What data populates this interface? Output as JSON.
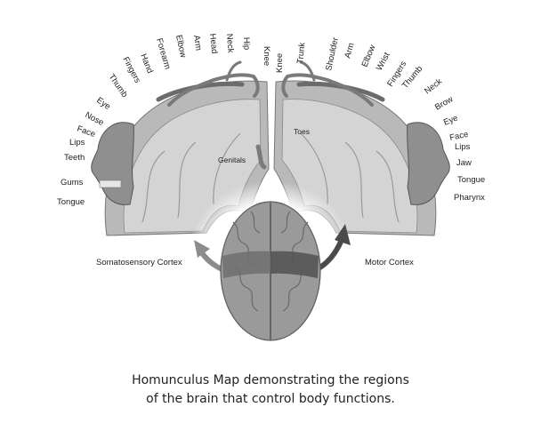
{
  "diagram": {
    "sensory_labels": [
      "Tongue",
      "Gums",
      "Teeth",
      "Lips",
      "Face",
      "Nose",
      "Eye",
      "Thumb",
      "Fingers",
      "Hand",
      "Forearm",
      "Elbow",
      "Arm",
      "Head",
      "Neck",
      "Hip"
    ],
    "motor_labels": [
      "Knee",
      "Trunk",
      "Shoulder",
      "Arm",
      "Elbow",
      "Wrist",
      "Fingers",
      "Thumb",
      "Neck",
      "Brow",
      "Eye",
      "Face",
      "Lips",
      "Jaw",
      "Tongue",
      "Pharynx"
    ],
    "sensory_extra_label": "Knee",
    "genitals_label": "Genitals",
    "toes_label": "Toes",
    "somatosensory_label": "Somatosensory Cortex",
    "motor_label": "Motor Cortex"
  },
  "caption": {
    "line1": "Homunculus Map demonstrating the regions",
    "line2": "of the brain that control body functions."
  }
}
